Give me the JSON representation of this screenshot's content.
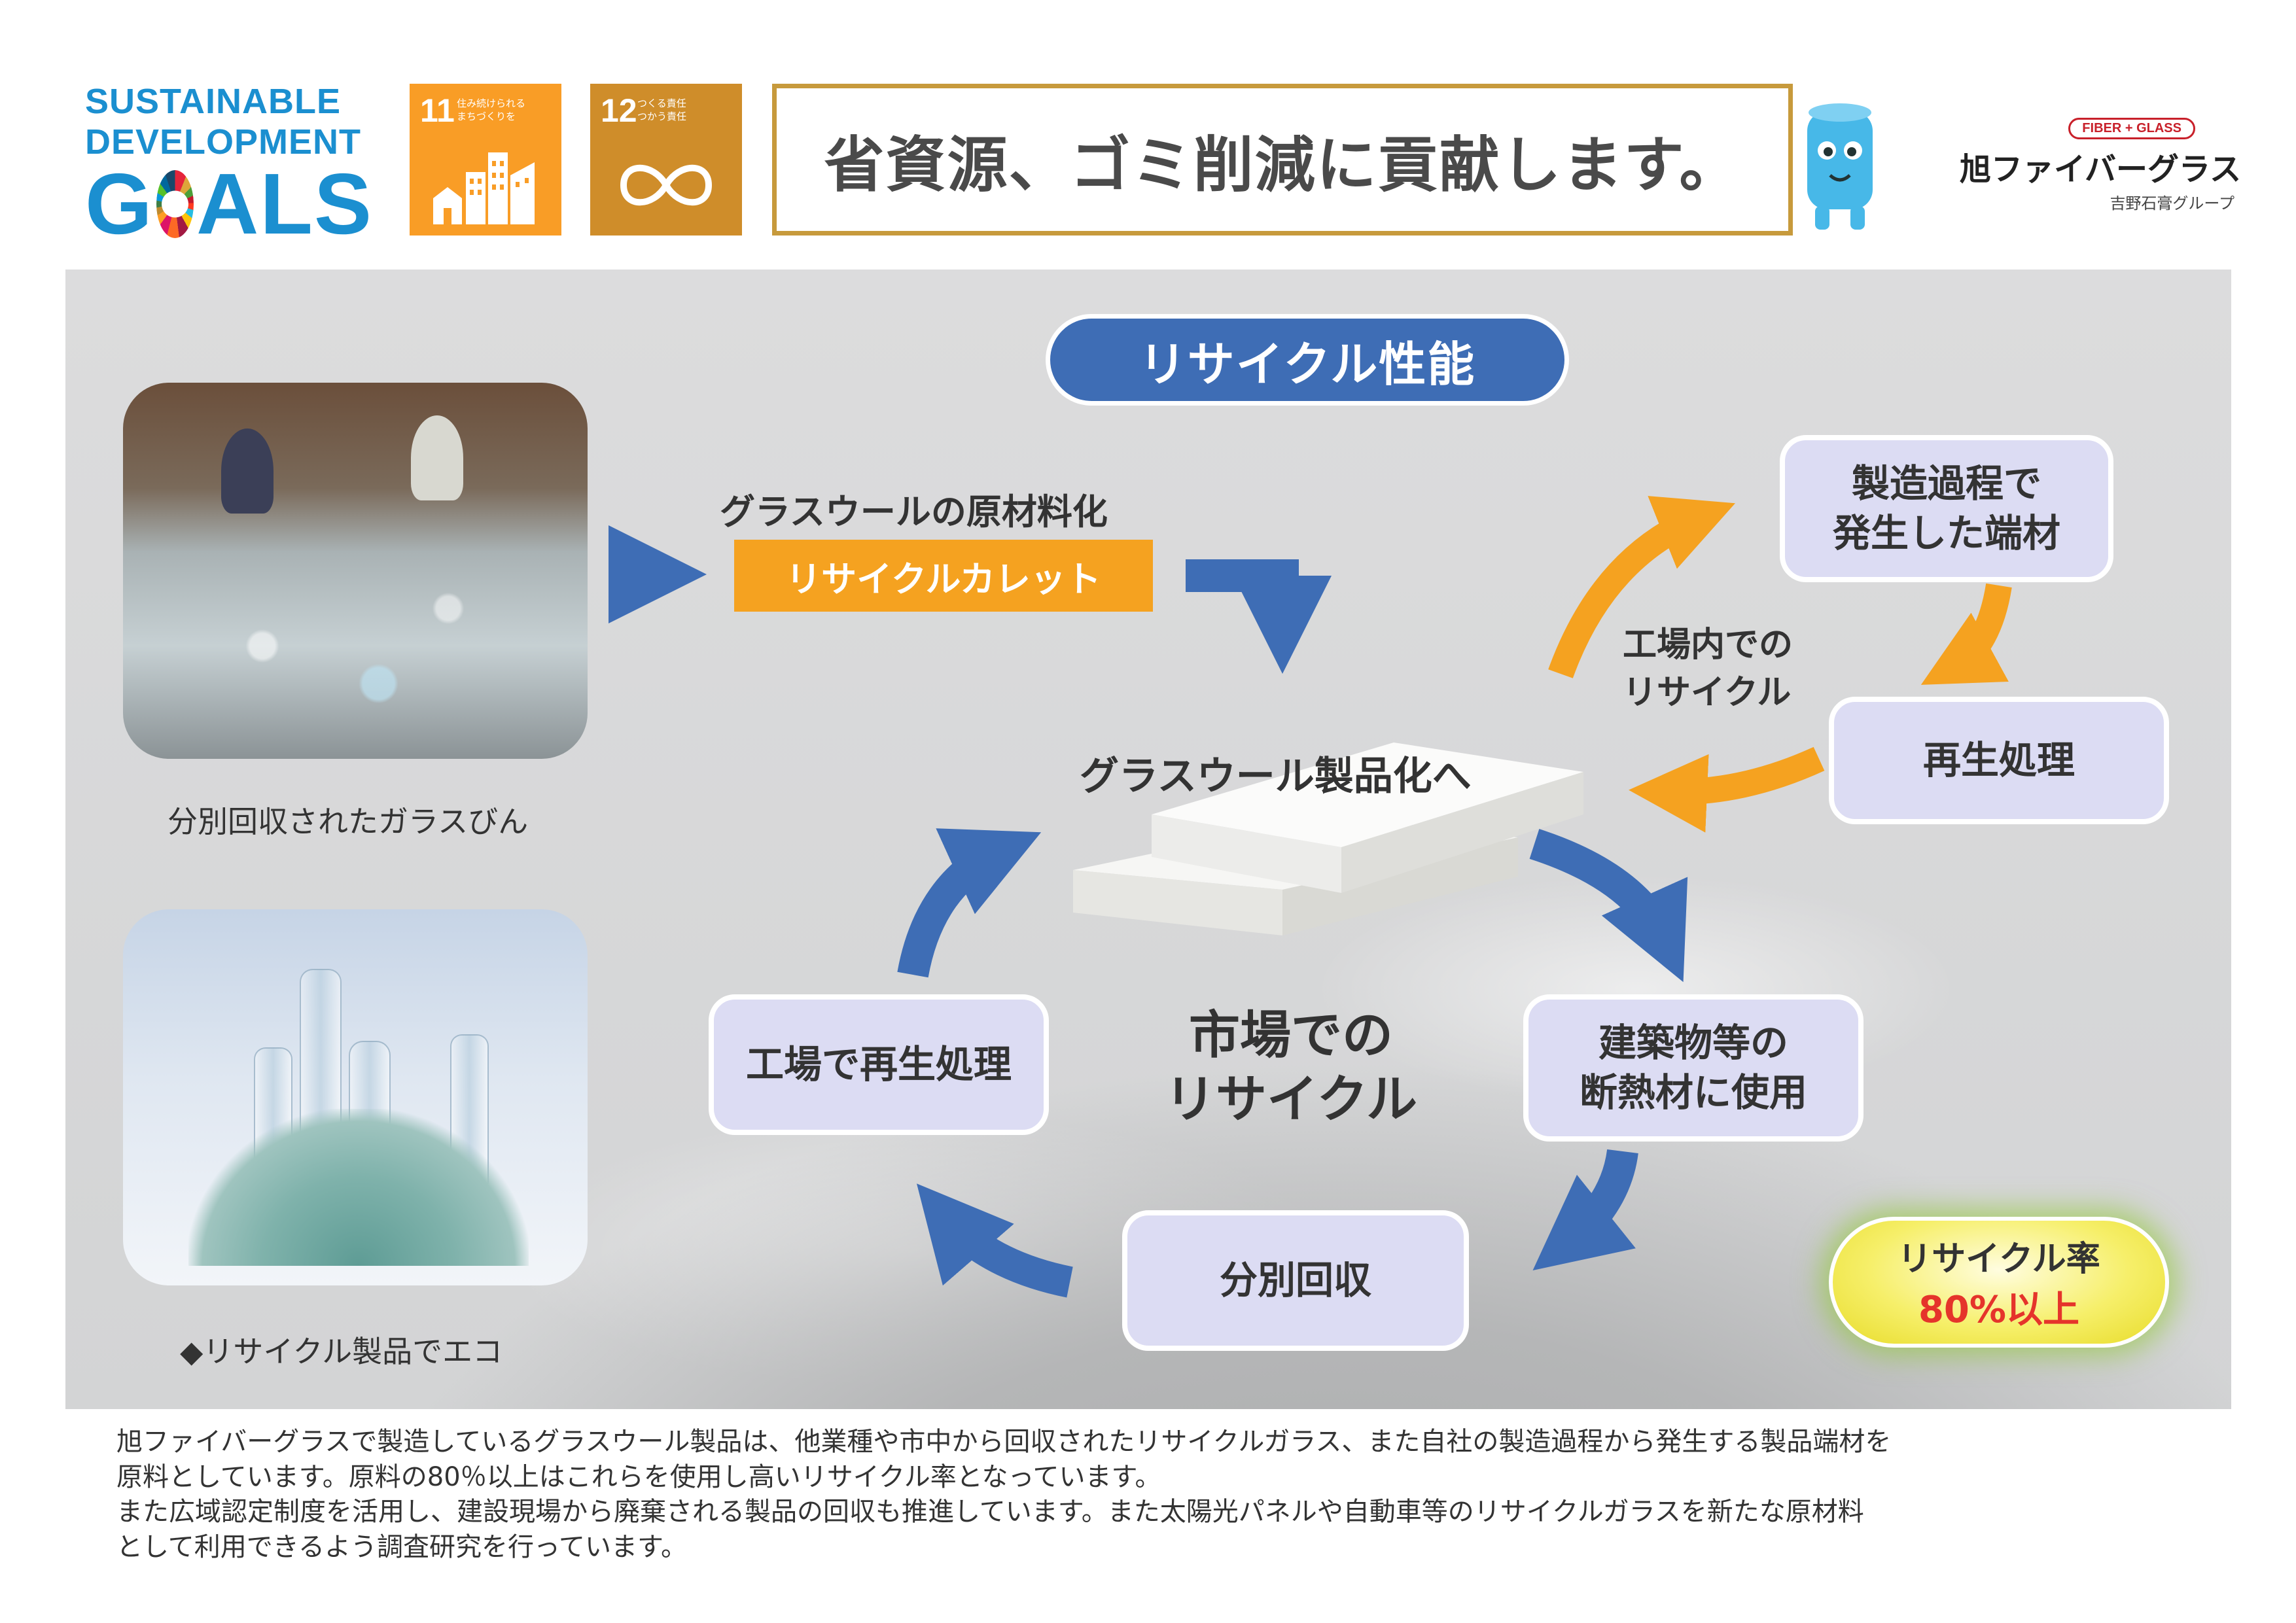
{
  "header": {
    "sdg_logo": {
      "line1": "SUSTAINABLE",
      "line2": "DEVELOPMENT",
      "goals_pre": "G",
      "goals_post": "ALS"
    },
    "sdg_goals": [
      {
        "number": "11",
        "text": "住み続けられる\nまちづくりを",
        "color": "#f99d26",
        "icon": "city-buildings-icon"
      },
      {
        "number": "12",
        "text": "つくる責任\nつかう責任",
        "color": "#cf8d2a",
        "icon": "infinity-loop-icon"
      }
    ],
    "headline": "省資源、ゴミ削減に貢献します。",
    "company": {
      "badge": "FIBER + GLASS",
      "name": "旭ファイバーグラス",
      "group": "吉野石膏グループ"
    }
  },
  "diagram": {
    "title": "リサイクル性能",
    "material_label": "グラスウールの原材料化",
    "cullet_label": "リサイクルカレット",
    "product_label": "グラスウール製品化へ",
    "factory_recycle_label": "工場内での\nリサイクル",
    "market_recycle_label": "市場での\nリサイクル",
    "boxes": {
      "scrap": "製造過程で\n発生した端材",
      "regen": "再生処理",
      "building": "建築物等の\n断熱材に使用",
      "collect": "分別回収",
      "factory": "工場で再生処理"
    },
    "rate": {
      "label": "リサイクル率",
      "value": "80%以上"
    },
    "colors": {
      "blue_arrow": "#3e6db5",
      "orange_arrow": "#f5a220",
      "box_fill": "#dcdcf3"
    }
  },
  "photos": [
    {
      "caption": "分別回収されたガラスびん"
    },
    {
      "caption": "◆リサイクル製品でエコ"
    }
  ],
  "description": [
    "旭ファイバーグラスで製造しているグラスウール製品は、他業種や市中から回収されたリサイクルガラス、また自社の製造過程から発生する製品端材を",
    "原料としています。原料の80％以上はこれらを使用し高いリサイクル率となっています。",
    "また広域認定制度を活用し、建設現場から廃棄される製品の回収も推進しています。また太陽光パネルや自動車等のリサイクルガラスを新たな原材料",
    "として利用できるよう調査研究を行っています。"
  ]
}
